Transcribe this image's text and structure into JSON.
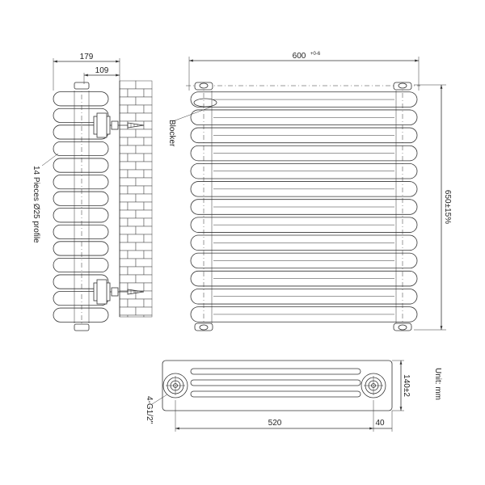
{
  "diagram": {
    "labels": {
      "depth_total": "179",
      "depth_bracket": "109",
      "width_total": "600",
      "width_tol": "+0-6",
      "height_total": "650±15%",
      "tubes_note": "14 Pieces Ø25 profile",
      "blocker": "Blocker",
      "plan_length": "520",
      "plan_offset": "40",
      "plan_depth": "140±2",
      "connections": "4-G1/2\"",
      "unit": "Unit: mm"
    },
    "counts": {
      "side_tube_rows": 14,
      "front_sections": 13,
      "plan_slots": 3
    },
    "colors": {
      "line": "#333333",
      "background": "#ffffff"
    }
  }
}
